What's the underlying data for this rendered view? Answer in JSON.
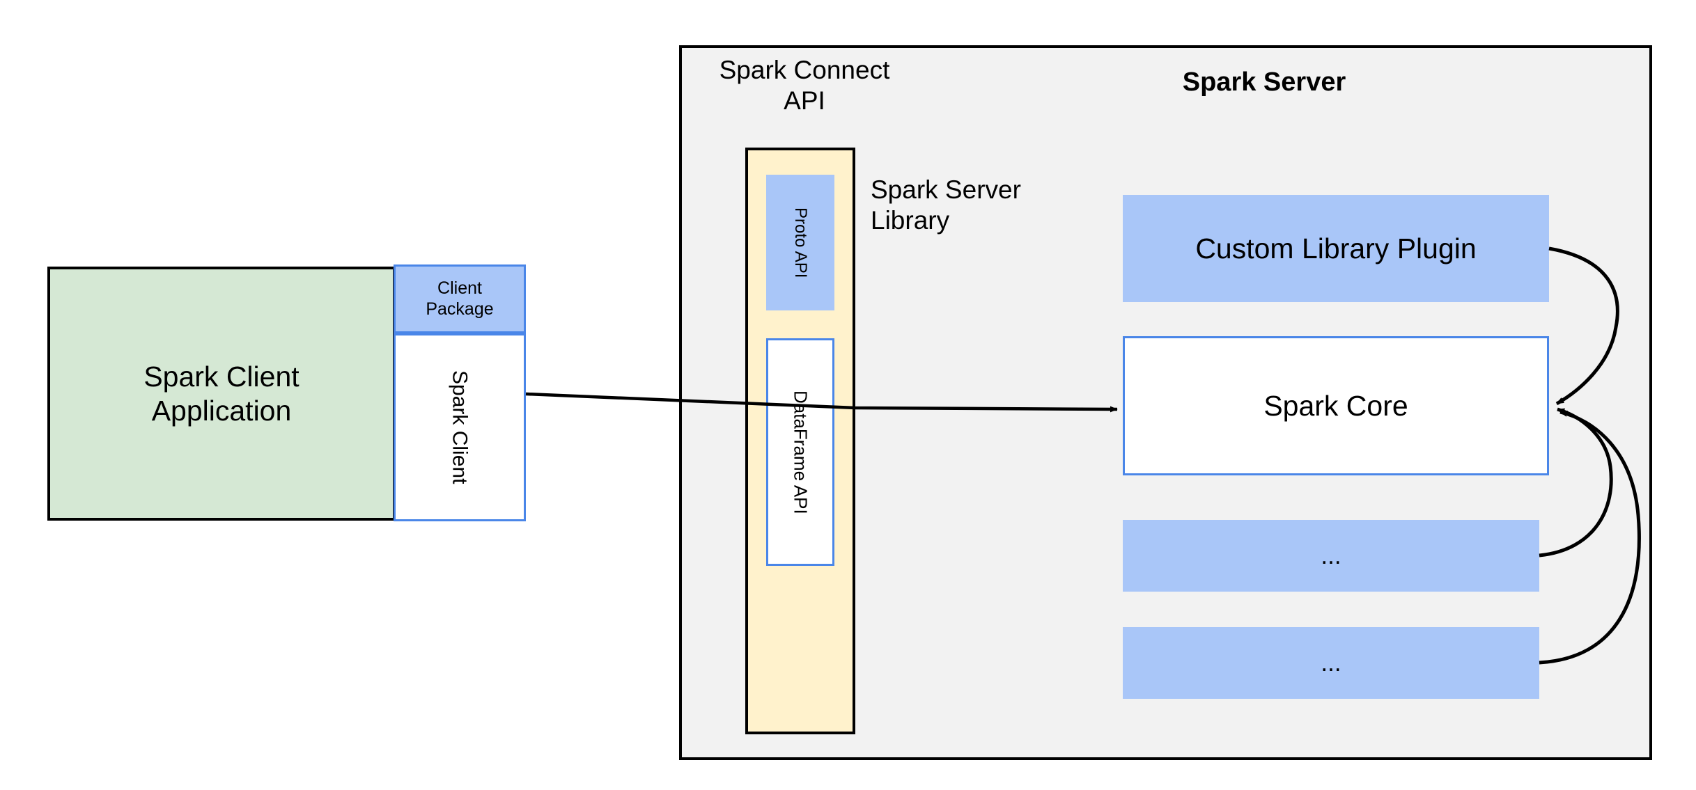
{
  "diagram": {
    "title": "Spark Connect architecture",
    "type": "block-diagram",
    "colors": {
      "green_fill": "#d5e8d4",
      "blue_fill": "#a9c6f8",
      "blue_stroke": "#4a86e8",
      "cream_fill": "#fff2cc",
      "panel_fill": "#f2f2f2",
      "black_stroke": "#000000",
      "white_fill": "#ffffff"
    }
  },
  "client": {
    "application_label": "Spark Client\nApplication",
    "application_line1": "Spark Client",
    "application_line2": "Application",
    "package_label": "Client\nPackage",
    "package_line1": "Client",
    "package_line2": "Package",
    "spark_client_label": "Spark Client"
  },
  "server": {
    "panel_title": "Spark Server",
    "connect_api_label": "Spark Connect\nAPI",
    "connect_api_line1": "Spark Connect",
    "connect_api_line2": "API",
    "server_library_label": "Spark Server\nLibrary",
    "server_library_line1": "Spark Server",
    "server_library_line2": "Library",
    "proto_api_label": "Proto API",
    "dataframe_api_label": "DataFrame API",
    "blocks": [
      {
        "label": "Custom Library Plugin",
        "style": "blue-filled"
      },
      {
        "label": "Spark Core",
        "style": "white-blue-border"
      },
      {
        "label": "...",
        "style": "blue-filled"
      },
      {
        "label": "...",
        "style": "blue-filled"
      }
    ],
    "custom_library_plugin_label": "Custom Library Plugin",
    "spark_core_label": "Spark Core",
    "ellipsis_label_1": "...",
    "ellipsis_label_2": "..."
  },
  "edges": [
    {
      "name": "client-to-core",
      "from": "Spark Client",
      "to": "Spark Core",
      "arrow": "end",
      "style": "straight"
    },
    {
      "name": "custom-library-plugin-to-core",
      "from": "Custom Library Plugin",
      "to": "Spark Core",
      "arrow": "end",
      "style": "curved"
    },
    {
      "name": "ellipsis-1-to-core",
      "from": "...",
      "to": "Spark Core",
      "arrow": "end",
      "style": "curved"
    },
    {
      "name": "ellipsis-2-to-core",
      "from": "...",
      "to": "Spark Core",
      "arrow": "end",
      "style": "curved"
    }
  ]
}
